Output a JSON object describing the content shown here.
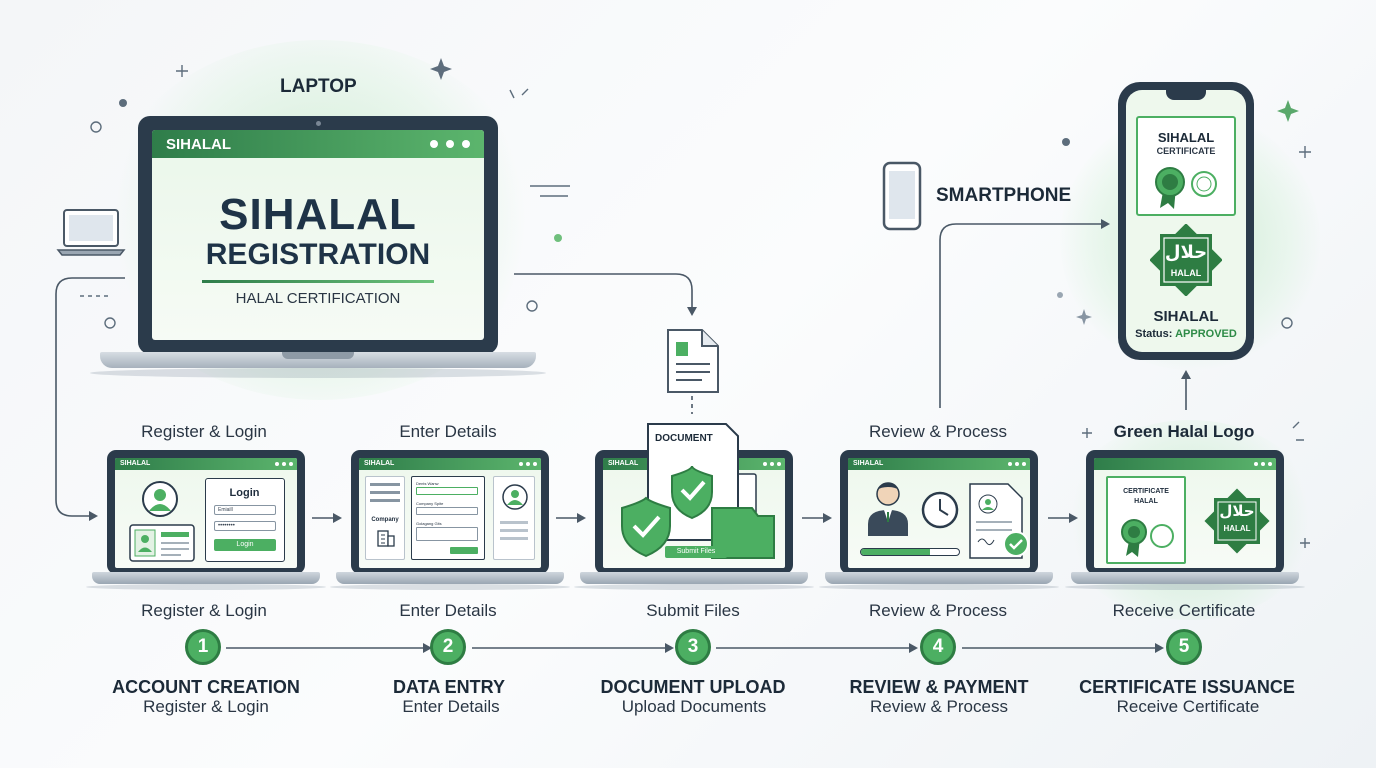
{
  "laptop_label": "LAPTOP",
  "smartphone_label": "SMARTPHONE",
  "main_screen": {
    "bar_title": "SIHALAL",
    "title_line1": "SIHALAL",
    "title_line2": "REGISTRATION",
    "subtitle": "HALAL CERTIFICATION"
  },
  "phone": {
    "cert_title": "SIHALAL",
    "cert_subtitle": "CERTIFICATE",
    "halal_arabic": "حلال",
    "halal_text": "HALAL",
    "app_name": "SIHALAL",
    "status_label": "Status:",
    "status_value": "APPROVED"
  },
  "doc_label": "DOCUMENT",
  "top_labels": [
    "Register & Login",
    "Enter Details",
    "",
    "Review & Process",
    "Green Halal Logo"
  ],
  "bottom_labels": [
    "Register & Login",
    "Enter Details",
    "Submit Files",
    "Review & Process",
    "Receive Certificate"
  ],
  "screens": {
    "bar_title": "SIHALAL",
    "login_title": "Login",
    "login_field1": "Emiaill",
    "login_field2": "••••••••",
    "login_button": "Login",
    "form_label1": "Dents Wanw",
    "form_label2": "Company Spite",
    "form_label3": "Golagang Gits",
    "company_label": "Company",
    "submit_button": "Submit Files",
    "cert_title": "CERTIFICATE",
    "cert_subtitle": "HALAL",
    "halal_arabic": "حلال",
    "halal_text": "HALAL"
  },
  "steps": [
    {
      "num": "1",
      "title": "ACCOUNT CREATION",
      "sub": "Register & Login"
    },
    {
      "num": "2",
      "title": "DATA ENTRY",
      "sub": "Enter Details"
    },
    {
      "num": "3",
      "title": "DOCUMENT UPLOAD",
      "sub": "Upload Documents"
    },
    {
      "num": "4",
      "title": "REVIEW & PAYMENT",
      "sub": "Review & Process"
    },
    {
      "num": "5",
      "title": "CERTIFICATE ISSUANCE",
      "sub": "Receive Certificate"
    }
  ],
  "colors": {
    "accent_green": "#4caf62",
    "dark_green": "#2e7d43",
    "frame": "#2b3b4b"
  }
}
